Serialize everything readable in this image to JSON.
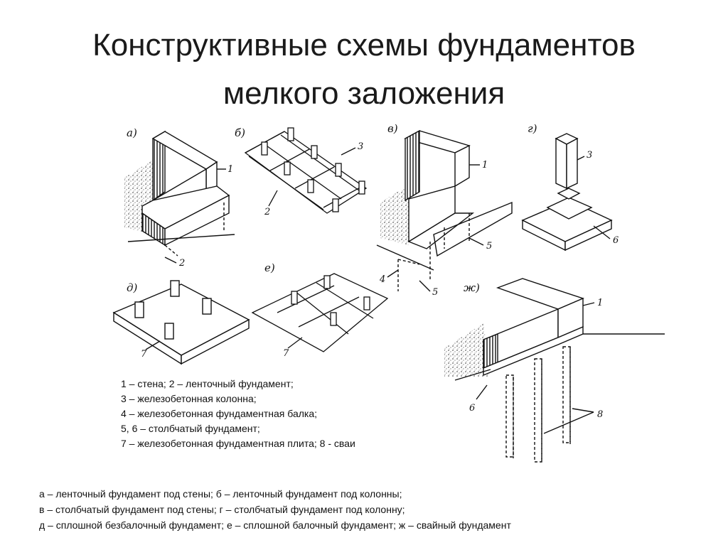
{
  "title": {
    "line1": "Конструктивные схемы фундаментов",
    "line2": "мелкого заложения"
  },
  "figure": {
    "panel_labels": [
      "а)",
      "б)",
      "в)",
      "г)",
      "д)",
      "е)",
      "ж)"
    ],
    "callouts": {
      "a": [
        "1",
        "2"
      ],
      "b": [
        "3",
        "2"
      ],
      "v": [
        "1",
        "5",
        "4",
        "5"
      ],
      "g": [
        "3",
        "6"
      ],
      "d": [
        "7"
      ],
      "e": [
        "7"
      ],
      "zh": [
        "1",
        "6",
        "8"
      ]
    }
  },
  "legend": [
    "1 – стена; 2 – ленточный фундамент;",
    "3 – железобетонная колонна;",
    "4 – железобетонная фундаментная балка;",
    "5, 6 – столбчатый фундамент;",
    "7 – железобетонная фундаментная плита; 8 - сваи"
  ],
  "caption": [
    "а – ленточный фундамент под стены; б – ленточный фундамент под колонны;",
    "в – столбчатый фундамент под стены; г – столбчатый фундамент под колонну;",
    "д – сплошной безбалочный фундамент; е – сплошной балочный фундамент; ж – свайный фундамент"
  ]
}
